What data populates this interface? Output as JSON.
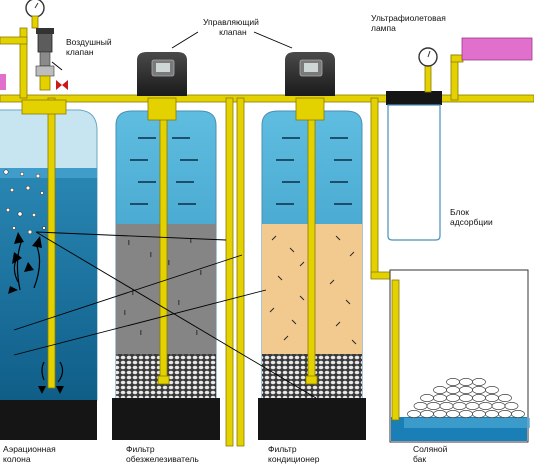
{
  "labels": {
    "air_valve": {
      "line1": "Воздушный",
      "line2": "клапан"
    },
    "control_valve": {
      "line1": "Управляющий",
      "line2": "клапан"
    },
    "uv_lamp": {
      "line1": "Ультрафиолетовая",
      "line2": "лампа"
    },
    "adsorption_block": {
      "line1": "Блок",
      "line2": "адсорбции"
    },
    "aeration_column": {
      "line1": "Аэрационная",
      "line2": "колона"
    },
    "iron_filter": {
      "line1": "Фильтр",
      "line2": "обезжелезиватель"
    },
    "conditioner_filter": {
      "line1": "Фильтр",
      "line2": "кондиционер"
    },
    "brine_tank": {
      "line1": "Соляной",
      "line2": "бак"
    }
  },
  "colors": {
    "pipe": "#e3d200",
    "water_dark": "#1a6f9a",
    "water_light": "#5ab4d8",
    "gravel": "#808080",
    "conditioner_media": "#f2c98e",
    "uv_pink": "#e070cc",
    "base": "#151515"
  }
}
